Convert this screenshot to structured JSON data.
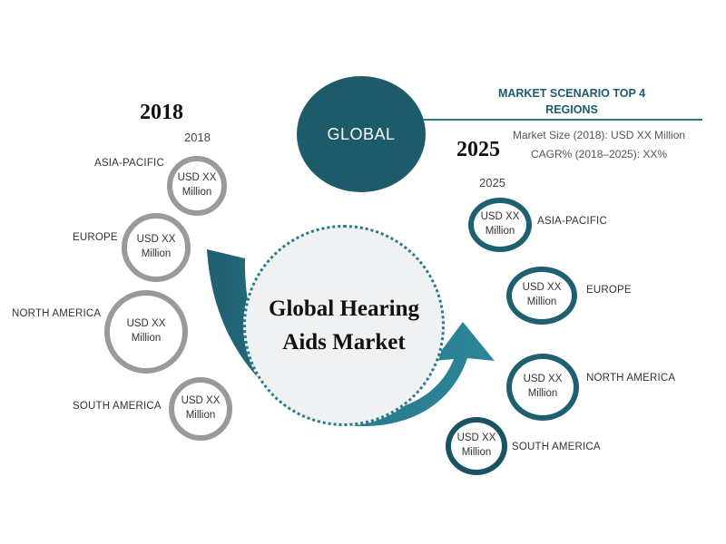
{
  "center": {
    "title_line1": "Global Hearing",
    "title_line2": "Aids Market"
  },
  "global": {
    "label": "GLOBAL"
  },
  "scenario": {
    "title_line1": "MARKET SCENARIO TOP 4",
    "title_line2": "REGIONS",
    "market_size": "Market Size (2018): USD XX Million",
    "cagr": "CAGR% (2018–2025): XX%"
  },
  "left": {
    "year_big": "2018",
    "year_small": "2018",
    "regions": [
      {
        "name": "ASIA-PACIFIC",
        "line1": "USD XX",
        "line2": "Million"
      },
      {
        "name": "EUROPE",
        "line1": "USD XX",
        "line2": "Million"
      },
      {
        "name": "NORTH AMERICA",
        "line1": "USD XX",
        "line2": "Million"
      },
      {
        "name": "SOUTH AMERICA",
        "line1": "USD XX",
        "line2": "Million"
      }
    ]
  },
  "right": {
    "year_big": "2025",
    "year_small": "2025",
    "regions": [
      {
        "name": "ASIA-PACIFIC",
        "line1": "USD XX",
        "line2": "Million"
      },
      {
        "name": "EUROPE",
        "line1": "USD XX",
        "line2": "Million"
      },
      {
        "name": "NORTH AMERICA",
        "line1": "USD XX",
        "line2": "Million"
      },
      {
        "name": "SOUTH AMERICA",
        "line1": "USD XX",
        "line2": "Million"
      }
    ]
  },
  "colors": {
    "teal_dark": "#1e5b6a",
    "teal_arrow": "#2a7a8c",
    "gray_ring": "#9a9a9a"
  }
}
